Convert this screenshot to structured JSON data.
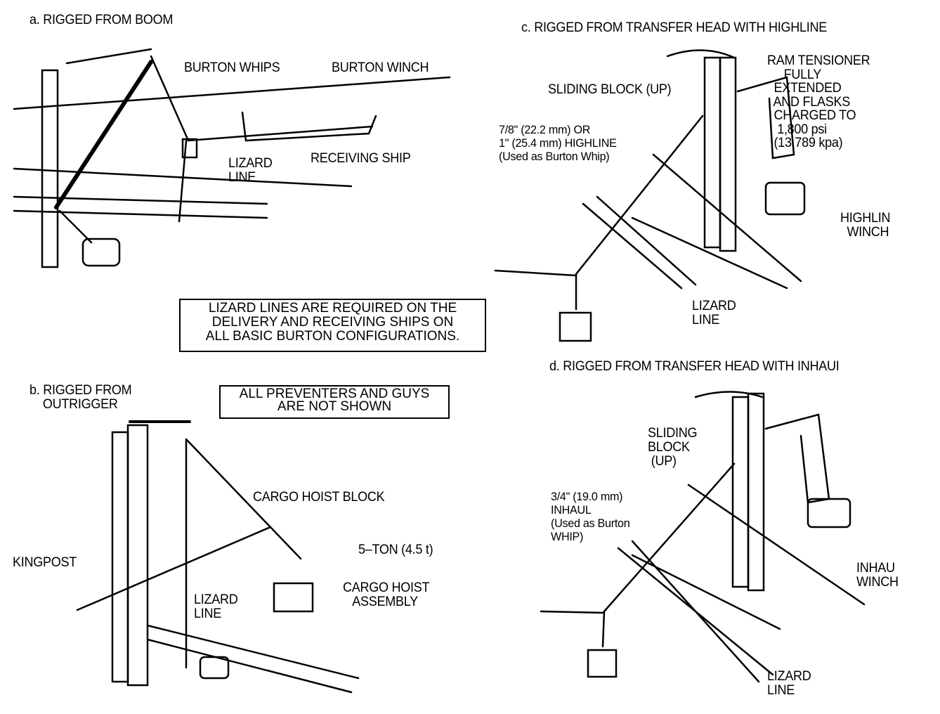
{
  "panels": {
    "a": {
      "title": "a. RIGGED FROM BOOM",
      "labels": {
        "burton_whips": "BURTON WHIPS",
        "burton_winch": "BURTON WINCH",
        "lizard_line": "LIZARD\nLINE",
        "receiving_ship": "RECEIVING SHIP"
      }
    },
    "b": {
      "title": "b. RIGGED FROM\n    OUTRIGGER",
      "labels": {
        "cargo_hoist_block": "CARGO HOIST BLOCK",
        "kingpost": "KINGPOST",
        "five_ton": "5–TON (4.5 t)",
        "cargo_hoist_assembly": "CARGO HOIST\n   ASSEMBLY",
        "lizard_line": "LIZARD\nLINE"
      }
    },
    "c": {
      "title": "c. RIGGED FROM TRANSFER HEAD WITH HIGHLINE",
      "labels": {
        "sliding_block": "SLIDING BLOCK (UP)",
        "highline_spec": "7/8\" (22.2 mm) OR\n1\" (25.4 mm) HIGHLINE\n(Used as Burton Whip)",
        "ram_tensioner": "RAM TENSIONER\n     FULLY\n  EXTENDED\n  AND FLASKS\n  CHARGED TO\n   1,800 psi\n  (13,789 kpa)",
        "highline_winch": "HIGHLIN\n  WINCH",
        "lizard_line": "LIZARD\nLINE"
      }
    },
    "d": {
      "title": "d. RIGGED FROM TRANSFER HEAD WITH INHAUI",
      "labels": {
        "sliding_block": "SLIDING\nBLOCK\n (UP)",
        "inhaul_spec": "3/4\" (19.0 mm)\nINHAUL\n(Used as Burton\nWHIP)",
        "inhaul_winch": "INHAU\nWINCH",
        "lizard_line": "LIZARD\nLINE"
      }
    }
  },
  "notes": {
    "lizard_required": [
      "LIZARD LINES ARE REQUIRED ON THE",
      "DELIVERY AND RECEIVING SHIPS ON",
      "ALL BASIC BURTON CONFIGURATIONS."
    ],
    "preventers": [
      "ALL PREVENTERS AND GUYS",
      "ARE NOT SHOWN"
    ]
  }
}
